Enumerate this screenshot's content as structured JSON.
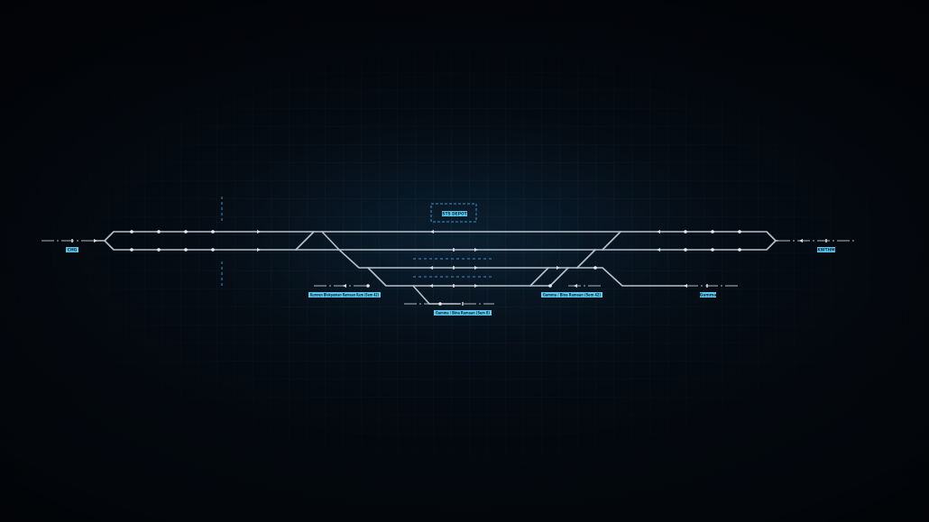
{
  "diagram": {
    "labels": {
      "depot": "STS DEPOT",
      "left_terminus": "CHG",
      "right_terminus": "KWTHM",
      "platform_left": "Kumran Blokpaman Ramaan Kam (Sem 42)",
      "platform_mid_right": "Gamma / Bina Ramaan (Sem 42)",
      "platform_bottom": "Gamma / Bina Ramaan (Sem 8)",
      "platform_right": "Gamma"
    },
    "colors": {
      "track": "#b8c2cc",
      "label_background": "#5ec8ee",
      "accent": "#3d8fc7",
      "background": "#050a12"
    }
  }
}
